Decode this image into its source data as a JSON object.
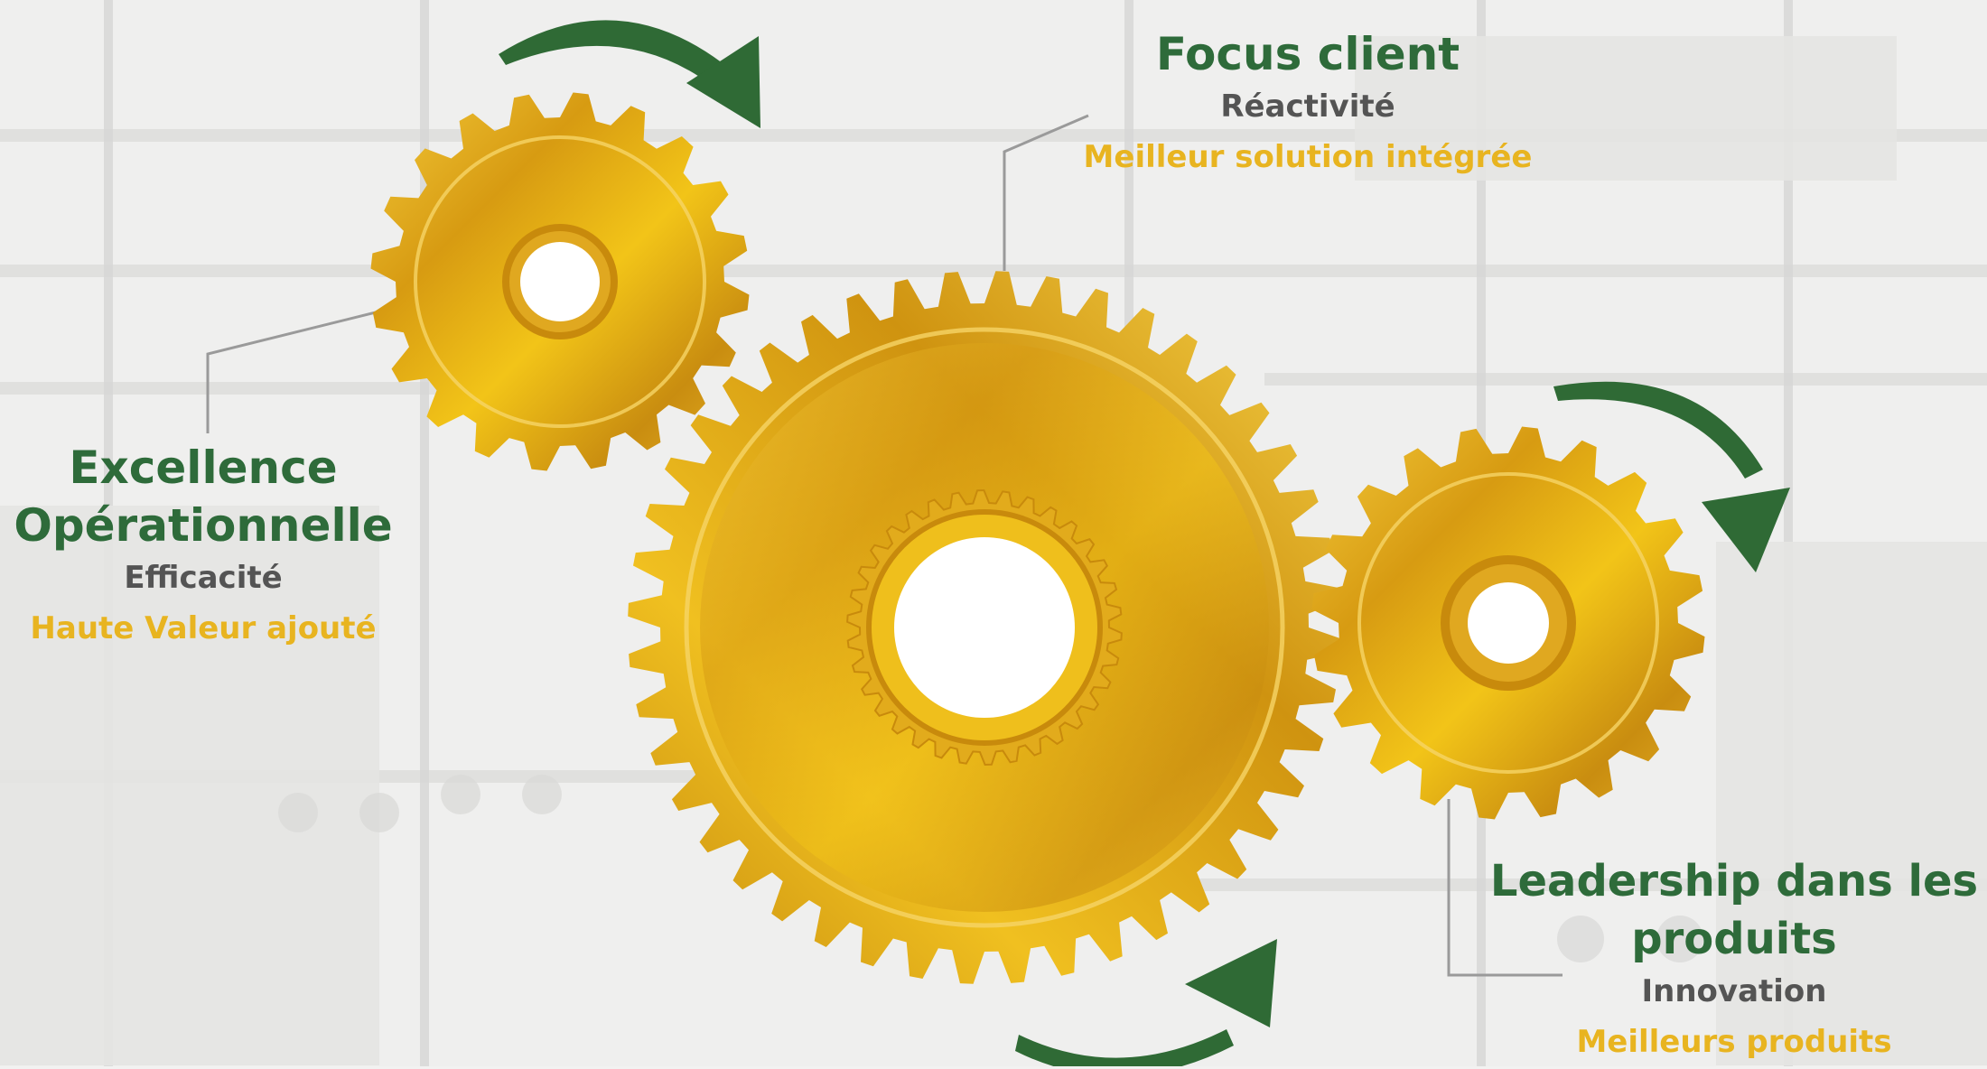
{
  "labels": {
    "focus": {
      "title": "Focus client",
      "subtitle": "Réactivité",
      "highlight": "Meilleur solution intégrée"
    },
    "excellence": {
      "title_line1": "Excellence",
      "title_line2": "Opérationnelle",
      "subtitle": "Efficacité",
      "highlight": "Haute Valeur ajouté"
    },
    "leadership": {
      "title_line1": "Leadership dans les",
      "title_line2": "produits",
      "subtitle": "Innovation",
      "highlight": "Meilleurs produits"
    }
  },
  "colors": {
    "title_green": "#2e6b3a",
    "subtitle_grey": "#545454",
    "highlight_gold": "#e8b420",
    "gear_gold": "#e0a820",
    "arrow_green": "#2f6a35",
    "connector_grey": "#9a9a9a"
  },
  "gears": [
    {
      "name": "gear-small-top-left",
      "teeth": 20
    },
    {
      "name": "gear-large-center",
      "teeth": 44
    },
    {
      "name": "gear-small-right",
      "teeth": 20
    }
  ],
  "arrows": [
    {
      "name": "rotation-arrow-top",
      "direction": "clockwise"
    },
    {
      "name": "rotation-arrow-right",
      "direction": "clockwise"
    },
    {
      "name": "rotation-arrow-bottom",
      "direction": "counter-clockwise"
    }
  ]
}
